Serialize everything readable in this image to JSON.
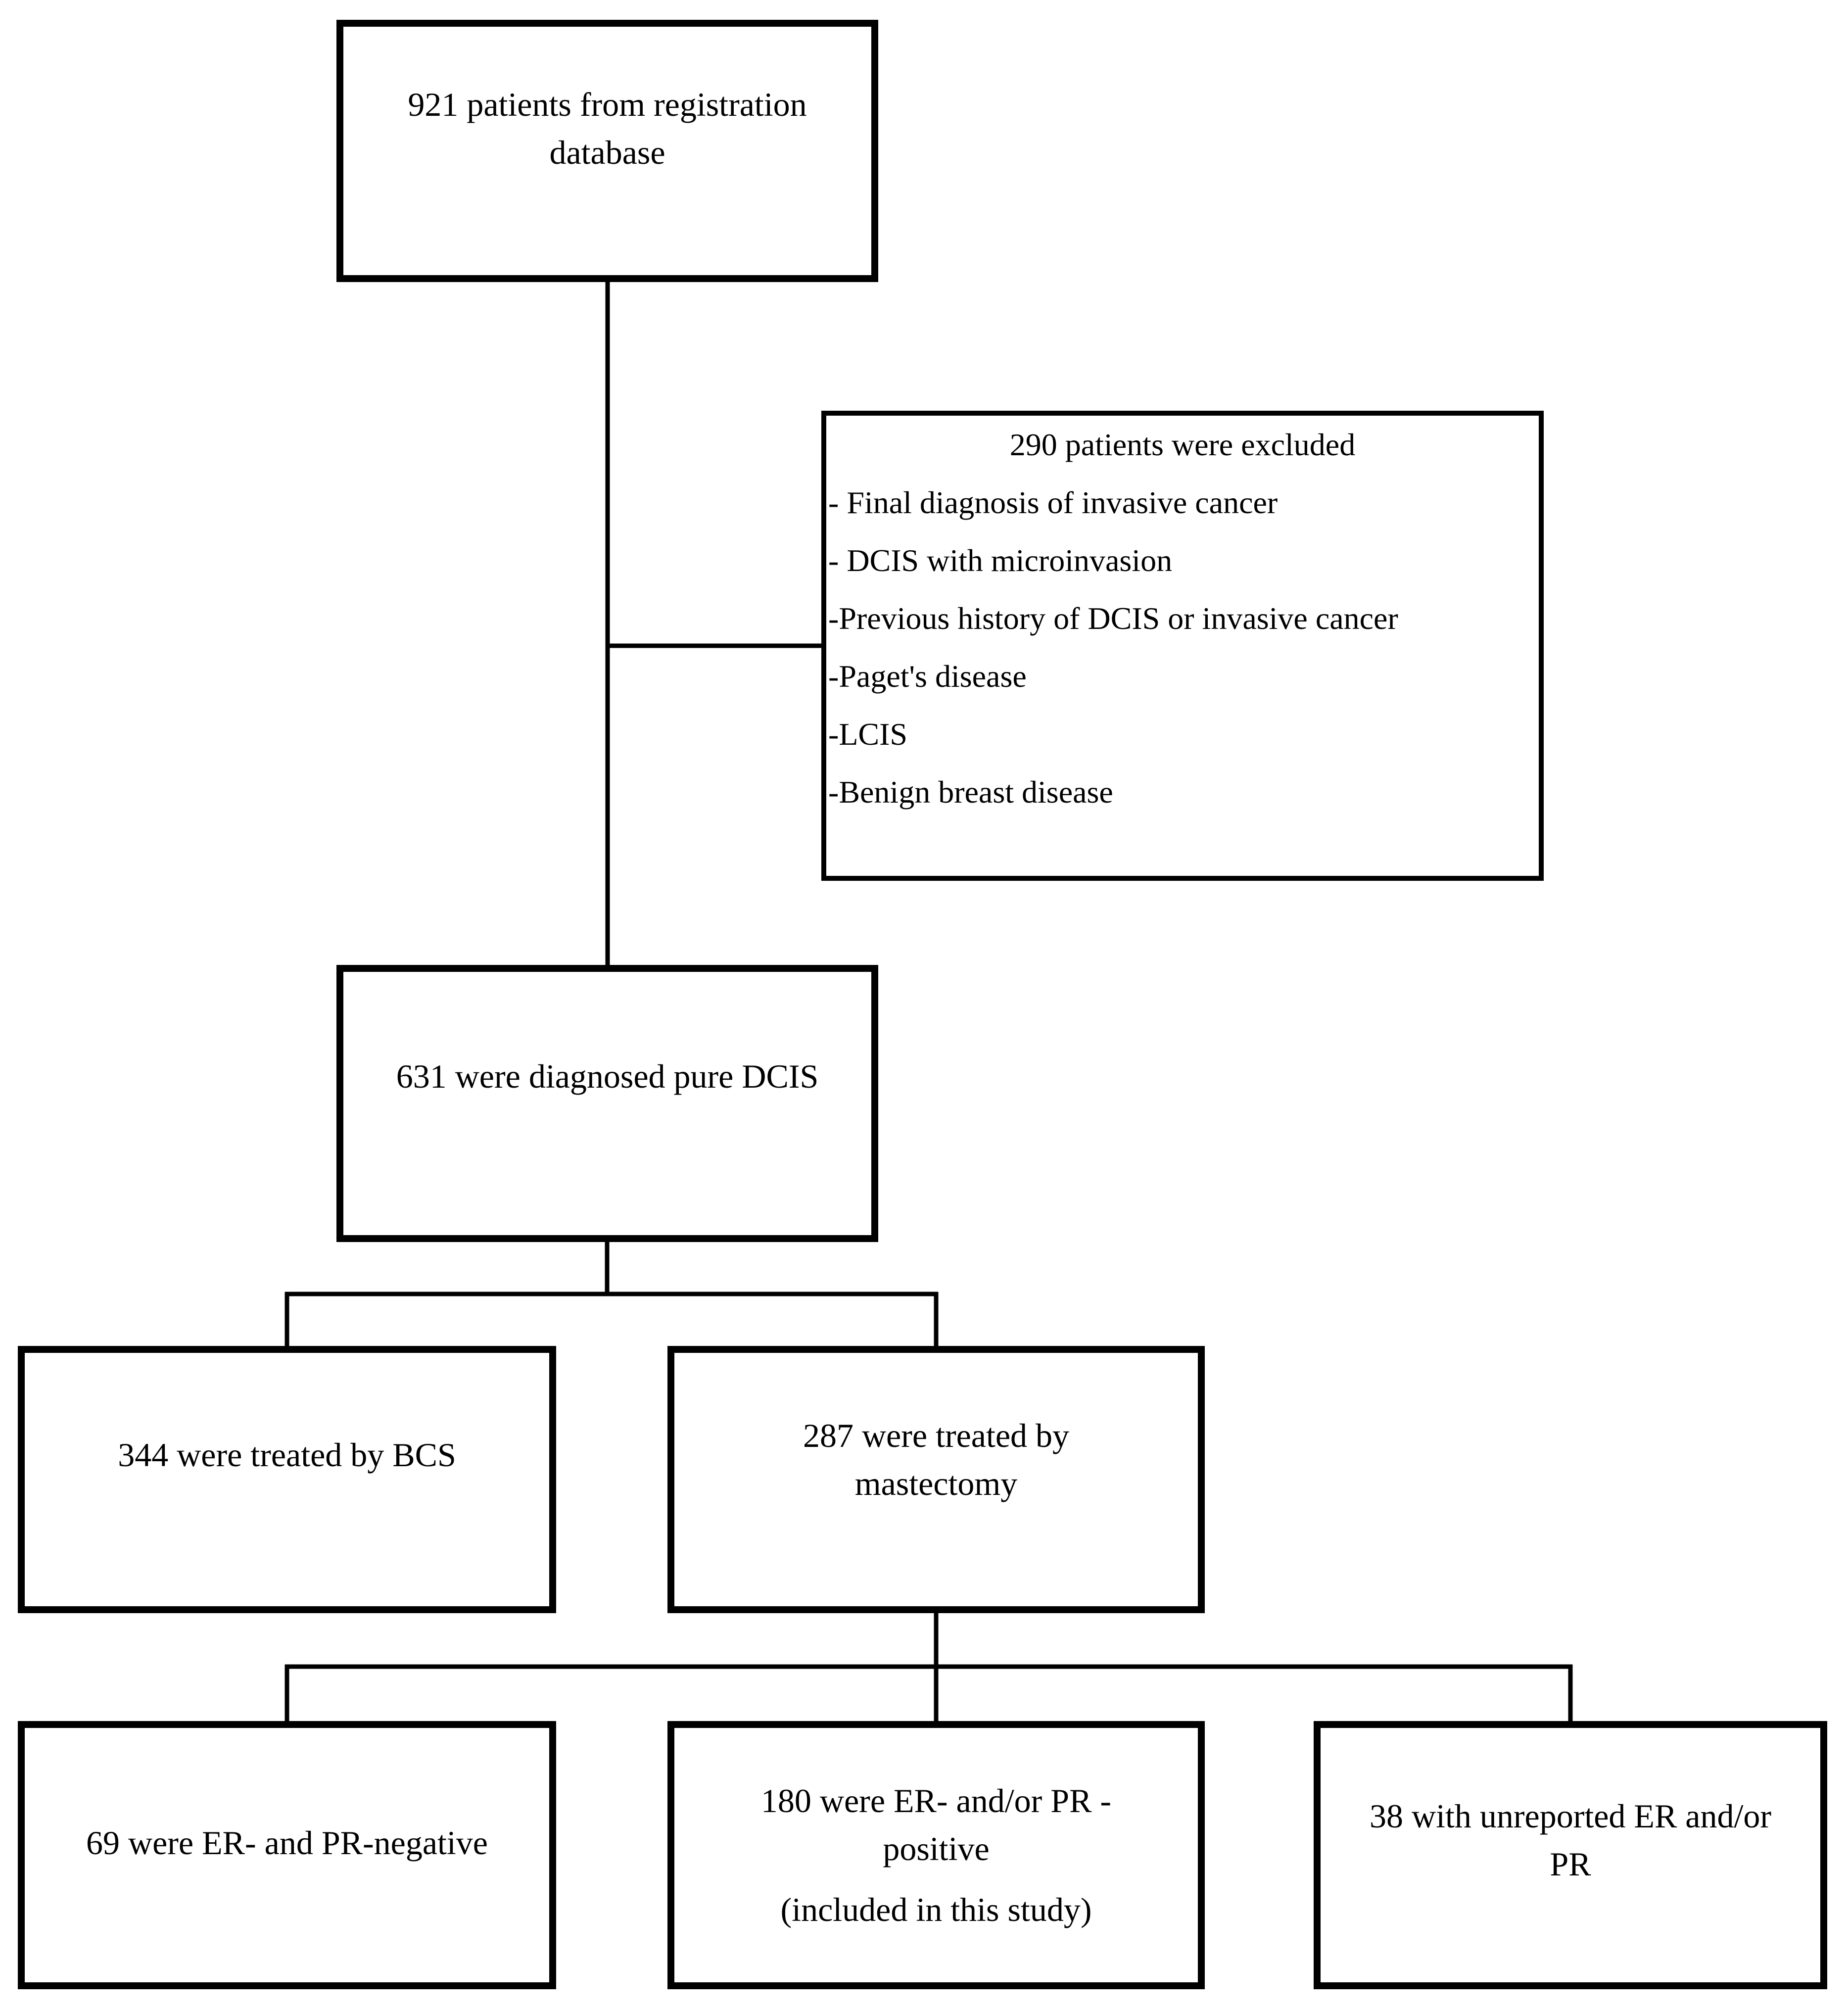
{
  "diagram": {
    "type": "flowchart",
    "background_color": "#ffffff",
    "line_color": "#000000",
    "nodes": {
      "registration": {
        "lines": [
          "921 patients from registration",
          "database"
        ]
      },
      "excluded": {
        "title": "290 patients were excluded",
        "items": [
          "- Final diagnosis of invasive cancer",
          "- DCIS with microinvasion",
          "-Previous history of DCIS or invasive cancer",
          "-Paget's disease",
          "-LCIS",
          "-Benign breast disease"
        ]
      },
      "pure_dcis": {
        "text": "631 were diagnosed pure DCIS"
      },
      "bcs": {
        "text": "344 were treated by BCS"
      },
      "mastectomy": {
        "lines": [
          "287 were treated by",
          "mastectomy"
        ]
      },
      "er_pr_negative": {
        "text": "69 were ER- and PR-negative"
      },
      "er_pr_positive": {
        "lines": [
          "180 were ER- and/or PR -",
          "positive"
        ],
        "note": "(included in this study)"
      },
      "unreported": {
        "lines": [
          "38 with unreported ER and/or",
          "PR"
        ]
      }
    },
    "edges": [
      {
        "from": "registration",
        "to": "excluded"
      },
      {
        "from": "registration",
        "to": "pure_dcis"
      },
      {
        "from": "pure_dcis",
        "to": "bcs"
      },
      {
        "from": "pure_dcis",
        "to": "mastectomy"
      },
      {
        "from": "mastectomy",
        "to": "er_pr_negative"
      },
      {
        "from": "mastectomy",
        "to": "er_pr_positive"
      },
      {
        "from": "mastectomy",
        "to": "unreported"
      }
    ]
  }
}
